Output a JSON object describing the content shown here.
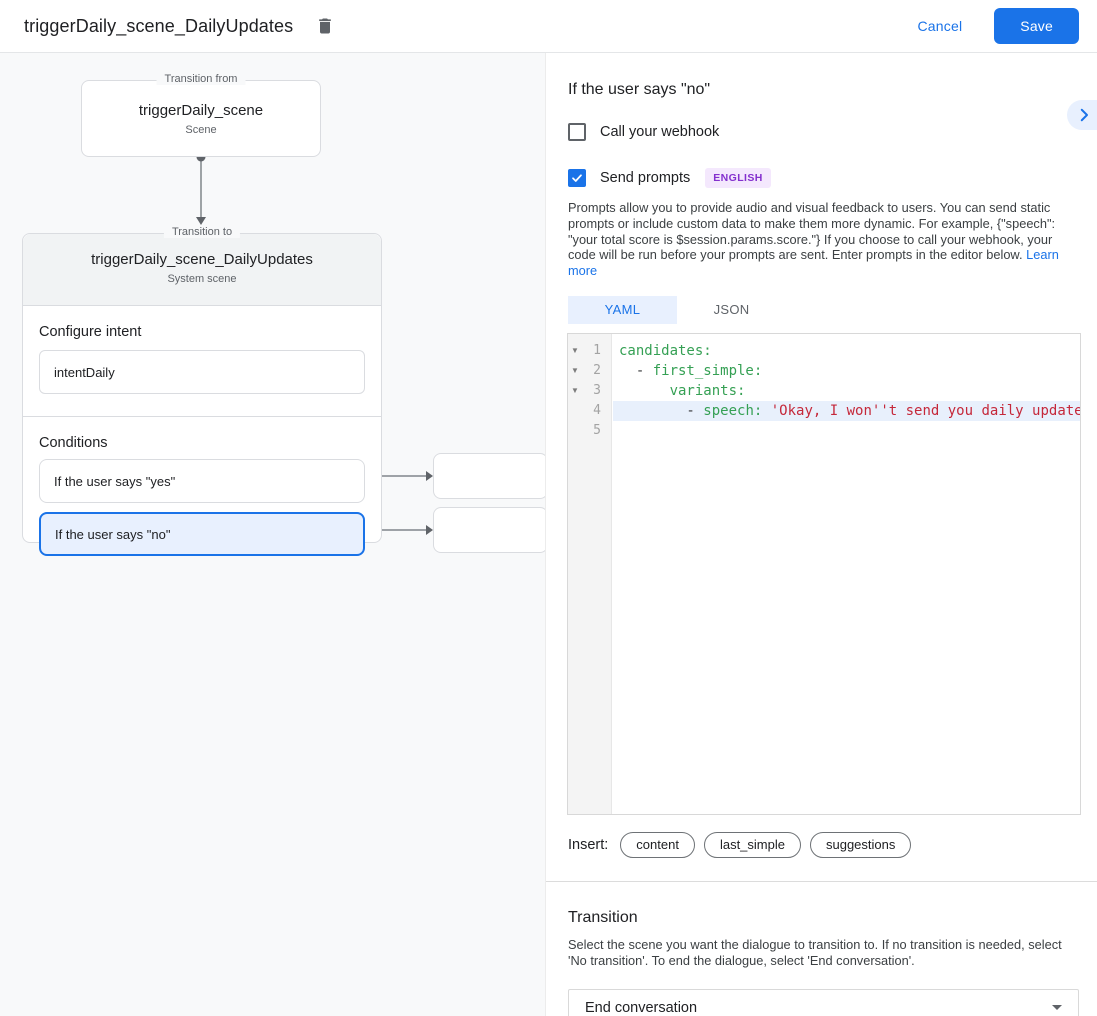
{
  "header": {
    "title": "triggerDaily_scene_DailyUpdates",
    "cancel_label": "Cancel",
    "save_label": "Save"
  },
  "canvas": {
    "from_node": {
      "legend": "Transition from",
      "title": "triggerDaily_scene",
      "subtitle": "Scene"
    },
    "to_node": {
      "legend": "Transition to",
      "title": "triggerDaily_scene_DailyUpdates",
      "subtitle": "System scene",
      "configure_intent_label": "Configure intent",
      "intent_value": "intentDaily",
      "conditions_label": "Conditions",
      "conditions": [
        {
          "label": "If the user says \"yes\"",
          "selected": false
        },
        {
          "label": "If the user says \"no\"",
          "selected": true
        }
      ]
    }
  },
  "panel": {
    "heading": "If the user says \"no\"",
    "webhook_checkbox": {
      "label": "Call your webhook",
      "checked": false
    },
    "prompts_checkbox": {
      "label": "Send prompts",
      "checked": true,
      "badge": "ENGLISH"
    },
    "description": "Prompts allow you to provide audio and visual feedback to users. You can send static prompts or include custom data to make them more dynamic. For example, {\"speech\": \"your total score is $session.params.score.\"} If you choose to call your webhook, your code will be run before your prompts are sent. Enter prompts in the editor below. ",
    "learn_more_label": "Learn more",
    "tabs": [
      {
        "label": "YAML",
        "active": true
      },
      {
        "label": "JSON",
        "active": false
      }
    ],
    "editor": {
      "lines": [
        {
          "num": "1",
          "fold": true,
          "highlight": false,
          "segments": [
            {
              "t": "candidates:",
              "c": "key"
            }
          ]
        },
        {
          "num": "2",
          "fold": true,
          "highlight": false,
          "segments": [
            {
              "t": "  - ",
              "c": "plain"
            },
            {
              "t": "first_simple:",
              "c": "key"
            }
          ]
        },
        {
          "num": "3",
          "fold": true,
          "highlight": false,
          "segments": [
            {
              "t": "      ",
              "c": "plain"
            },
            {
              "t": "variants:",
              "c": "key"
            }
          ]
        },
        {
          "num": "4",
          "fold": false,
          "highlight": true,
          "segments": [
            {
              "t": "        - ",
              "c": "plain"
            },
            {
              "t": "speech:",
              "c": "key"
            },
            {
              "t": " ",
              "c": "plain"
            },
            {
              "t": "'Okay, I won''t send you daily updates",
              "c": "string"
            }
          ]
        },
        {
          "num": "5",
          "fold": false,
          "highlight": false,
          "segments": []
        }
      ]
    },
    "insert_label": "Insert:",
    "insert_chips": [
      "content",
      "last_simple",
      "suggestions"
    ],
    "transition": {
      "heading": "Transition",
      "description": "Select the scene you want the dialogue to transition to. If no transition is needed, select 'No transition'. To end the dialogue, select 'End conversation'.",
      "selected_value": "End conversation"
    }
  },
  "colors": {
    "accent_blue": "#1a73e8",
    "selection_blue": "#e8f0fe",
    "canvas_bg": "#f8f9fa",
    "node_header_bg": "#f1f3f4",
    "border_gray": "#dadce0",
    "badge_bg": "#f4e8fd",
    "badge_text": "#8430ce",
    "code_key_green": "#35a054",
    "code_string_red": "#c5283a",
    "line_highlight": "#e8f0fc"
  }
}
